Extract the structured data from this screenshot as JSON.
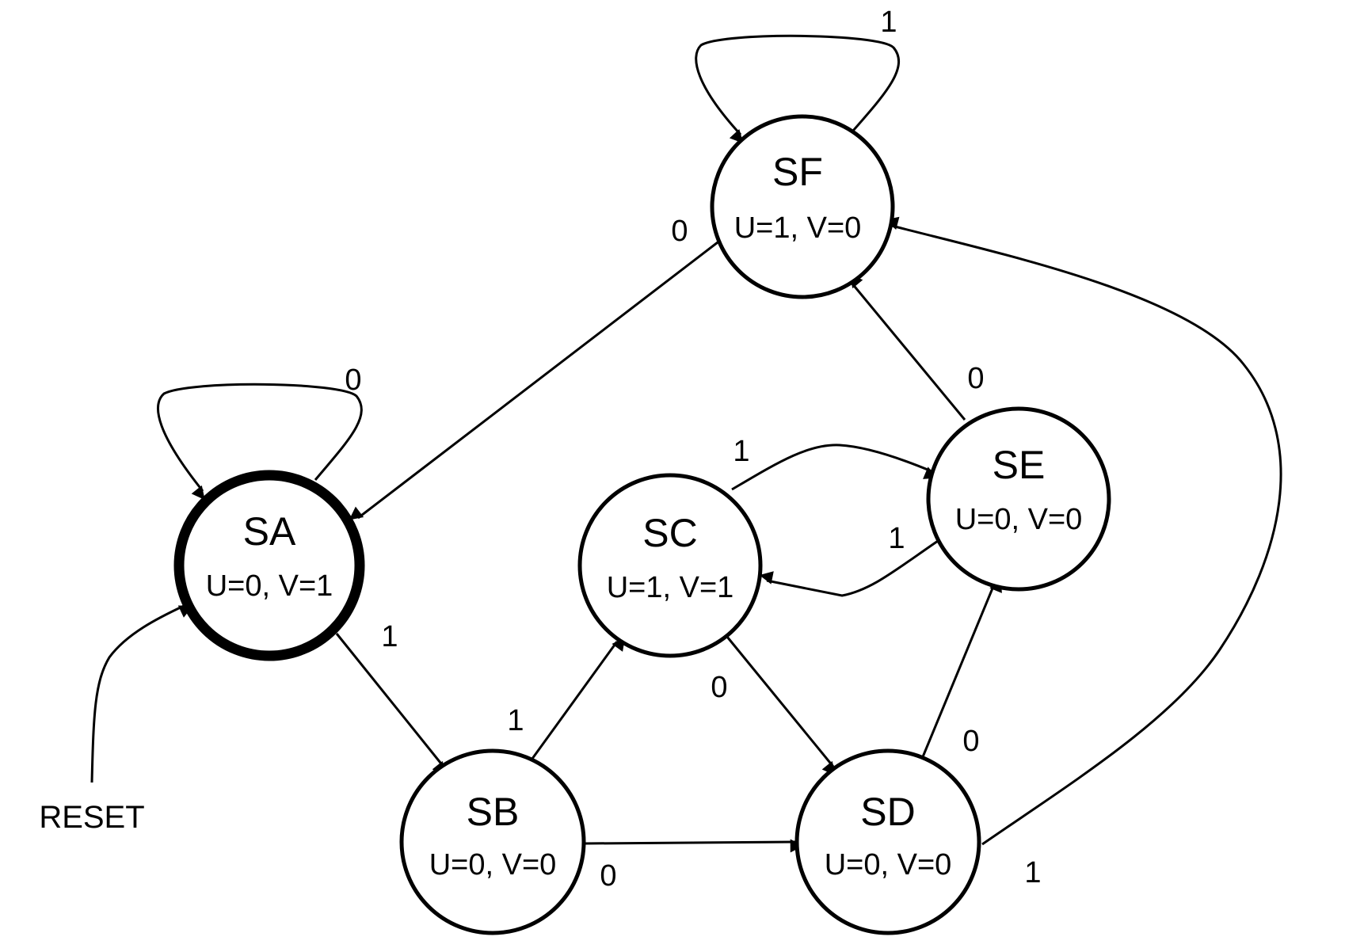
{
  "diagram": {
    "type": "finite-state-machine (Moore)",
    "states": [
      {
        "id": "SA",
        "name": "SA",
        "outputs": "U=0, V=1",
        "initial": true
      },
      {
        "id": "SB",
        "name": "SB",
        "outputs": "U=0, V=0",
        "initial": false
      },
      {
        "id": "SC",
        "name": "SC",
        "outputs": "U=1, V=1",
        "initial": false
      },
      {
        "id": "SD",
        "name": "SD",
        "outputs": "U=0, V=0",
        "initial": false
      },
      {
        "id": "SE",
        "name": "SE",
        "outputs": "U=0, V=0",
        "initial": false
      },
      {
        "id": "SF",
        "name": "SF",
        "outputs": "U=1, V=0",
        "initial": false
      }
    ],
    "transitions": [
      {
        "from": "SA",
        "to": "SA",
        "input": "0"
      },
      {
        "from": "SA",
        "to": "SB",
        "input": "1"
      },
      {
        "from": "SB",
        "to": "SC",
        "input": "1"
      },
      {
        "from": "SB",
        "to": "SD",
        "input": "0"
      },
      {
        "from": "SC",
        "to": "SD",
        "input": "0"
      },
      {
        "from": "SC",
        "to": "SE",
        "input": "1"
      },
      {
        "from": "SE",
        "to": "SC",
        "input": "1"
      },
      {
        "from": "SE",
        "to": "SF",
        "input": "0"
      },
      {
        "from": "SD",
        "to": "SE",
        "input": "0"
      },
      {
        "from": "SD",
        "to": "SF",
        "input": "1"
      },
      {
        "from": "SF",
        "to": "SF",
        "input": "1"
      },
      {
        "from": "SF",
        "to": "SA",
        "input": "0"
      }
    ],
    "reset_label": "RESET"
  }
}
